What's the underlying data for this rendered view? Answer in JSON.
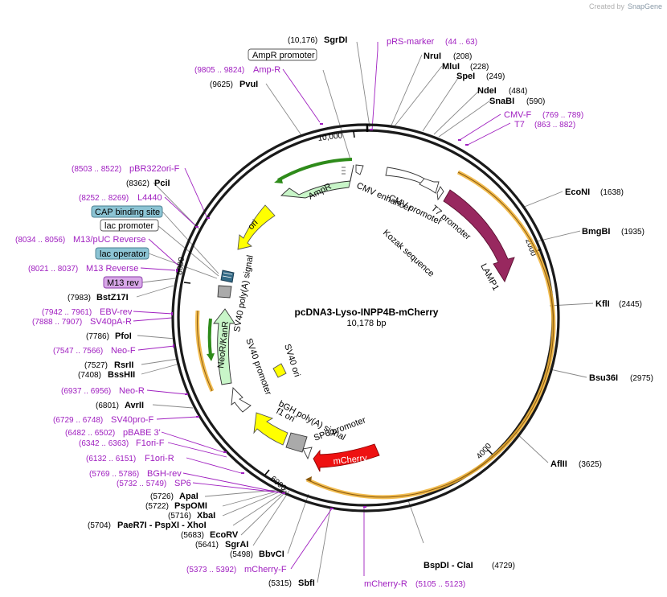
{
  "brand": {
    "prefix": "Created by",
    "name": "SnapGene"
  },
  "plasmid": {
    "name": "pcDNA3-Lyso-INPP4B-mCherry",
    "size": "10,178 bp",
    "length": 10178
  },
  "colors": {
    "backbone": "#1a1a1a",
    "ampr": "#c8f5c8",
    "ori": "#ffff00",
    "lamp1": "#98285f",
    "mcherry": "#ee1111",
    "neo": "#c8f5c8",
    "sv40ori": "#ffff00",
    "f1ori": "#ffff00",
    "orange_arc": "#f0b030",
    "green_arc": "#2e8b1a",
    "primer": "#a020c0",
    "site_box": "#8cc4d4"
  },
  "sites": [
    {
      "name": "SgrDI",
      "pos": "(10,176)",
      "bp": 10176
    },
    {
      "name": "NruI",
      "pos": "(208)",
      "bp": 208
    },
    {
      "name": "MluI",
      "pos": "(228)",
      "bp": 228
    },
    {
      "name": "SpeI",
      "pos": "(249)",
      "bp": 249
    },
    {
      "name": "NdeI",
      "pos": "(484)",
      "bp": 484
    },
    {
      "name": "SnaBI",
      "pos": "(590)",
      "bp": 590
    },
    {
      "name": "EcoNI",
      "pos": "(1638)",
      "bp": 1638
    },
    {
      "name": "BmgBI",
      "pos": "(1935)",
      "bp": 1935
    },
    {
      "name": "KflI",
      "pos": "(2445)",
      "bp": 2445
    },
    {
      "name": "Bsu36I",
      "pos": "(2975)",
      "bp": 2975
    },
    {
      "name": "AflII",
      "pos": "(3625)",
      "bp": 3625
    },
    {
      "name": "BspDI - ClaI",
      "pos": "(4729)",
      "bp": 4729
    },
    {
      "name": "SbfI",
      "pos": "(5315)",
      "bp": 5315
    },
    {
      "name": "BbvCI",
      "pos": "(5498)",
      "bp": 5498
    },
    {
      "name": "SgrAI",
      "pos": "(5641)",
      "bp": 5641
    },
    {
      "name": "EcoRV",
      "pos": "(5683)",
      "bp": 5683
    },
    {
      "name": "PaeR7I - PspXI - XhoI",
      "pos": "(5704)",
      "bp": 5704
    },
    {
      "name": "XbaI",
      "pos": "(5716)",
      "bp": 5716
    },
    {
      "name": "PspOMI",
      "pos": "(5722)",
      "bp": 5722
    },
    {
      "name": "ApaI",
      "pos": "(5726)",
      "bp": 5726
    },
    {
      "name": "AvrII",
      "pos": "(6801)",
      "bp": 6801
    },
    {
      "name": "BssHII",
      "pos": "(7408)",
      "bp": 7408
    },
    {
      "name": "RsrII",
      "pos": "(7527)",
      "bp": 7527
    },
    {
      "name": "PfoI",
      "pos": "(7786)",
      "bp": 7786
    },
    {
      "name": "BstZ17I",
      "pos": "(7983)",
      "bp": 7983
    },
    {
      "name": "PciI",
      "pos": "(8362)",
      "bp": 8362
    },
    {
      "name": "PvuI",
      "pos": "(9625)",
      "bp": 9625
    }
  ],
  "primers": [
    {
      "name": "pRS-marker",
      "range": "(44 .. 63)",
      "bp": 53
    },
    {
      "name": "CMV-F",
      "range": "(769 .. 789)",
      "bp": 779
    },
    {
      "name": "T7",
      "range": "(863 .. 882)",
      "bp": 872
    },
    {
      "name": "mCherry-R",
      "range": "(5105 .. 5123)",
      "bp": 5114
    },
    {
      "name": "mCherry-F",
      "range": "(5373 .. 5392)",
      "bp": 5382
    },
    {
      "name": "SP6",
      "range": "(5732 .. 5749)",
      "bp": 5740
    },
    {
      "name": "BGH-rev",
      "range": "(5769 .. 5786)",
      "bp": 5777
    },
    {
      "name": "F1ori-R",
      "range": "(6132 .. 6151)",
      "bp": 6141
    },
    {
      "name": "F1ori-F",
      "range": "(6342 .. 6363)",
      "bp": 6352
    },
    {
      "name": "pBABE 3'",
      "range": "(6482 .. 6502)",
      "bp": 6492
    },
    {
      "name": "SV40pro-F",
      "range": "(6729 .. 6748)",
      "bp": 6738
    },
    {
      "name": "Neo-R",
      "range": "(6937 .. 6956)",
      "bp": 6946
    },
    {
      "name": "Neo-F",
      "range": "(7547 .. 7566)",
      "bp": 7556
    },
    {
      "name": "SV40pA-R",
      "range": "(7888 .. 7907)",
      "bp": 7897
    },
    {
      "name": "EBV-rev",
      "range": "(7942 .. 7961)",
      "bp": 7951
    },
    {
      "name": "M13 Reverse",
      "range": "(8021 .. 8037)",
      "bp": 8029
    },
    {
      "name": "M13/pUC Reverse",
      "range": "(8034 .. 8056)",
      "bp": 8045
    },
    {
      "name": "L4440",
      "range": "(8252 .. 8269)",
      "bp": 8260
    },
    {
      "name": "pBR322ori-F",
      "range": "(8503 .. 8522)",
      "bp": 8512
    },
    {
      "name": "Amp-R",
      "range": "(9805 .. 9824)",
      "bp": 9814
    }
  ],
  "boxed_labels": [
    {
      "name": "AmpR promoter",
      "style": "plain"
    },
    {
      "name": "CAP binding site",
      "style": "blue"
    },
    {
      "name": "lac promoter",
      "style": "plain"
    },
    {
      "name": "lac operator",
      "style": "blue"
    },
    {
      "name": "M13 rev",
      "style": "purple"
    }
  ],
  "features": [
    {
      "name": "AmpR"
    },
    {
      "name": "ori"
    },
    {
      "name": "CMV enhancer"
    },
    {
      "name": "CMV promoter"
    },
    {
      "name": "T7 promoter"
    },
    {
      "name": "Kozak sequence"
    },
    {
      "name": "LAMP1"
    },
    {
      "name": "mCherry"
    },
    {
      "name": "SP6 promoter"
    },
    {
      "name": "bGH poly(A) signal"
    },
    {
      "name": "f1 ori"
    },
    {
      "name": "SV40 promoter"
    },
    {
      "name": "NeoR/KanR"
    },
    {
      "name": "SV40 ori"
    },
    {
      "name": "SV40 poly(A) signal"
    }
  ],
  "ticks": [
    "10,000",
    "2000",
    "4000",
    "6000",
    "8000"
  ]
}
